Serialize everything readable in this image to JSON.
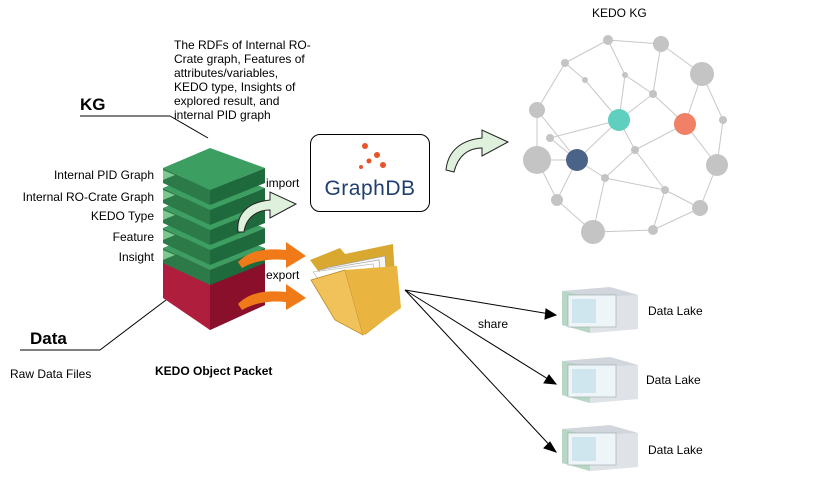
{
  "kg_heading": "KG",
  "data_heading": "Data",
  "kg_description": [
    "The RDFs of Internal RO-",
    "Crate graph, Features of",
    "attributes/variables,",
    "KEDO type, Insights of",
    "explored result, and",
    "internal PID graph"
  ],
  "layers": [
    "Internal PID Graph",
    "Internal RO-Crate Graph",
    "KEDO Type",
    "Feature",
    "Insight"
  ],
  "raw_data_label": "Raw Data Files",
  "packet_label": "KEDO Object Packet",
  "import_label": "import",
  "export_label": "export",
  "share_label": "share",
  "graphdb_label": "GraphDB",
  "kedo_kg_title": "KEDO KG",
  "data_lakes": [
    "Data Lake",
    "Data Lake",
    "Data Lake"
  ],
  "colors": {
    "kg_green": "#2f8a52",
    "data_red": "#b01e3e",
    "graphdb_blue": "#1f3f6e",
    "graphdb_orange": "#e8542a",
    "node_teal": "#5fcfbf",
    "node_salmon": "#f08066",
    "node_navy": "#4b6386",
    "node_grey": "#c4c4c4",
    "arrow_orange": "#f07a18",
    "arrow_mint": "#dff0dc"
  }
}
